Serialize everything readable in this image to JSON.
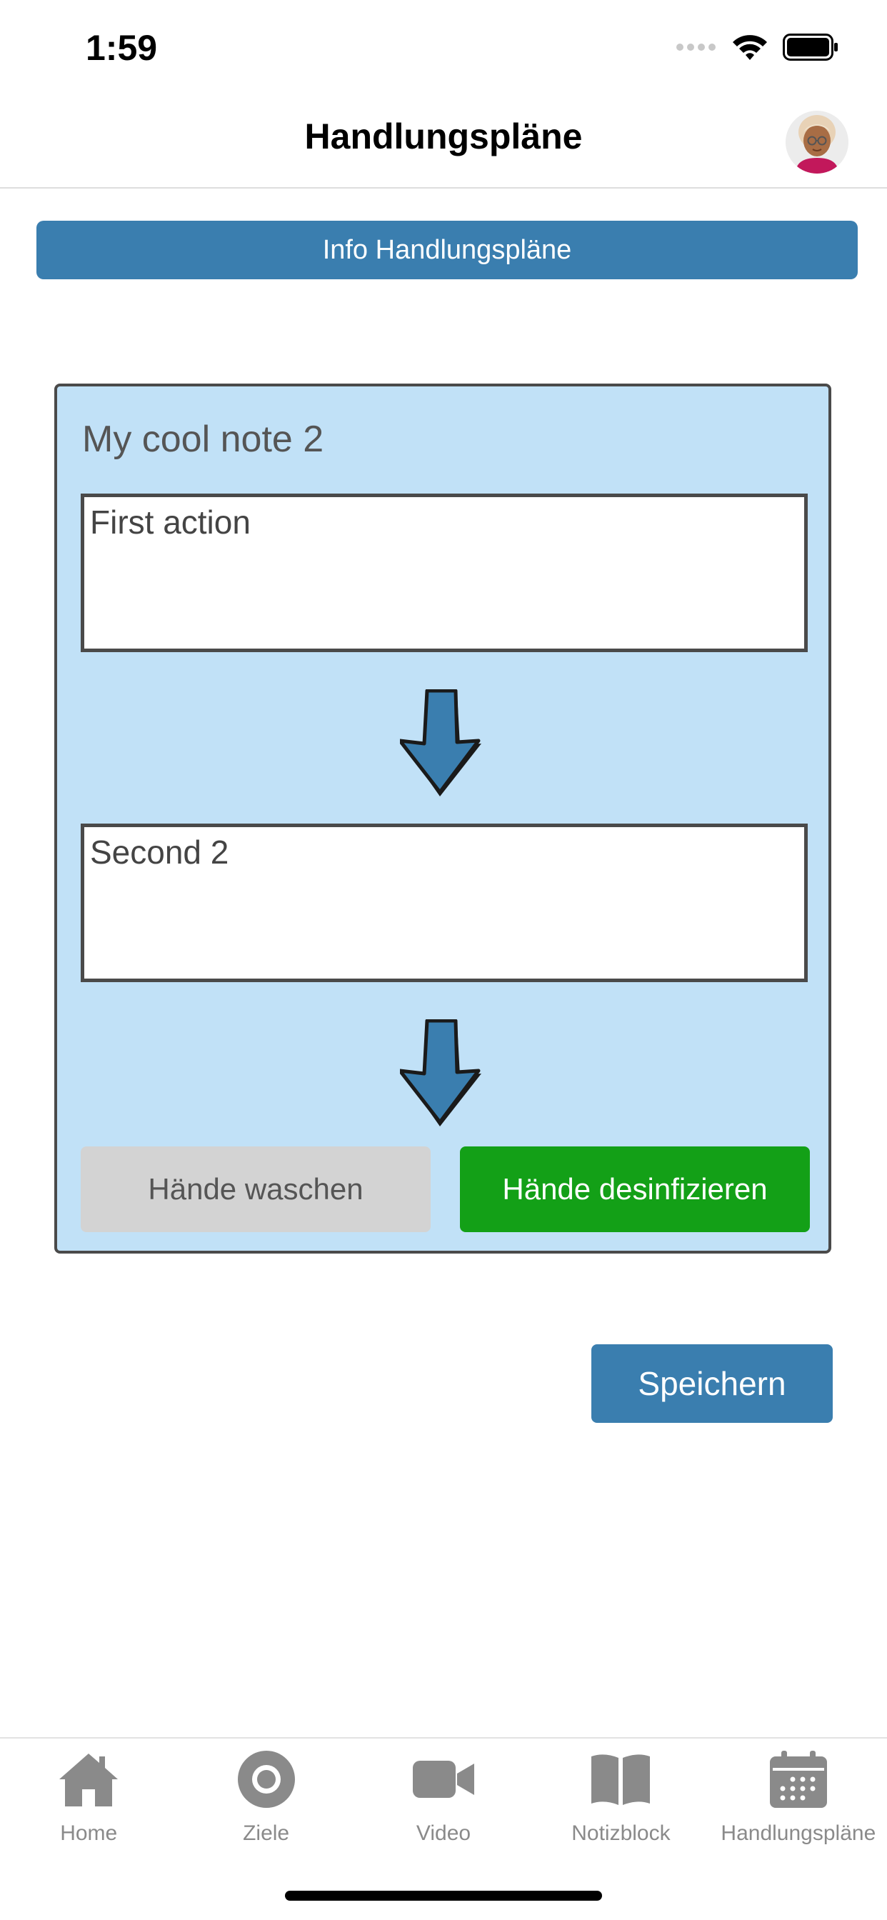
{
  "status_bar": {
    "time": "1:59"
  },
  "nav": {
    "title": "Handlungspläne"
  },
  "info_button": {
    "label": "Info Handlungspläne"
  },
  "plan": {
    "title": "My cool note 2",
    "actions": [
      {
        "value": "First action"
      },
      {
        "value": "Second 2"
      }
    ],
    "options": [
      {
        "label": "Hände waschen",
        "selected": false
      },
      {
        "label": "Hände desinfizieren",
        "selected": true
      }
    ]
  },
  "save_button": {
    "label": "Speichern"
  },
  "tab_bar": {
    "items": [
      {
        "label": "Home",
        "icon": "home-icon"
      },
      {
        "label": "Ziele",
        "icon": "target-icon"
      },
      {
        "label": "Video",
        "icon": "video-icon"
      },
      {
        "label": "Notizblock",
        "icon": "book-icon"
      },
      {
        "label": "Handlungspläne",
        "icon": "calendar-icon"
      }
    ]
  },
  "colors": {
    "primary": "#3a7eaf",
    "card_background": "#c1e1f7",
    "selected_option": "#13a017",
    "unselected_option": "#d3d3d3",
    "tab_inactive": "#8a8a8a"
  }
}
